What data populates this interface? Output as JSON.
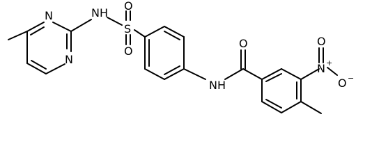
{
  "molecule": {
    "atoms": {
      "n_pyr_top": "N",
      "n_pyr_bottom": "N",
      "nh_sulfonamide": "NH",
      "s": "S",
      "o_s_top": "O",
      "o_s_bottom": "O",
      "nh_amide": "NH",
      "o_carbonyl": "O",
      "o_nitro_top": "O",
      "n_nitro": "N",
      "n_nitro_charge": "+",
      "o_nitro_right": "O",
      "o_nitro_charge": "−"
    }
  }
}
